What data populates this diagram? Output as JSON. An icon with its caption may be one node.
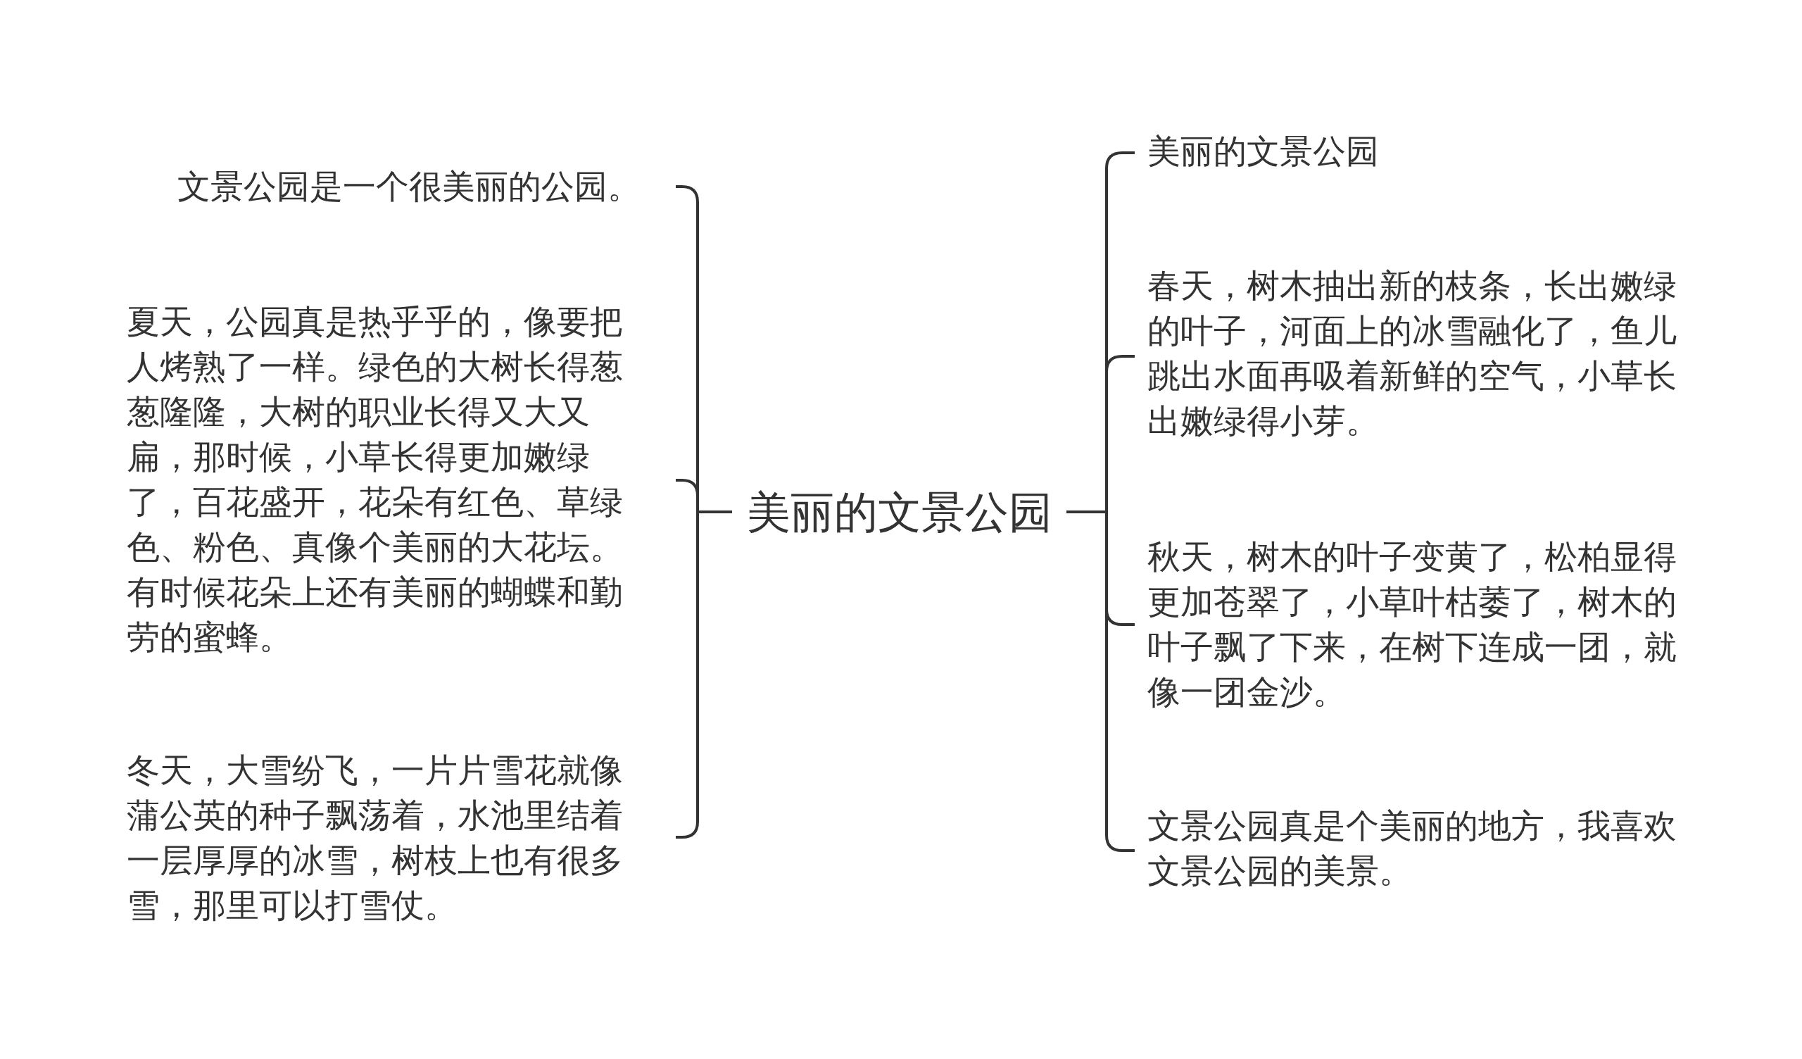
{
  "diagram": {
    "nodes": [
      {
        "text": [
          "美丽的文景公园"
        ]
      },
      {
        "text": [
          "文景公园是一个很美丽的公园。"
        ]
      },
      {
        "text": [
          "夏天，公园真是热乎乎的，像要把人烤熟了一样。绿色的大树长得葱葱隆隆，大树的职业长得又大又扁，那时候，小草长得更加嫩绿了，百花盛开，花朵有红色、草绿色、粉色、真像个美丽的大花坛。有时候花朵上还有美丽的蝴蝶和勤劳的蜜蜂。"
        ]
      },
      {
        "text": [
          "冬天，大雪纷飞，一片片雪花就像蒲公英的种子飘荡着，水池里结着一层厚厚的冰雪，树枝上也有很多雪，那里可以打雪仗。"
        ]
      },
      {
        "text": [
          "美丽的文景公园"
        ]
      },
      {
        "text": [
          "春天，树木抽出新的枝条，长出嫩绿的叶子，河面上的冰雪融化了，鱼儿跳出水面再吸着新鲜的空气，小草长出嫩绿得小芽。"
        ]
      },
      {
        "text": [
          "秋天，树木的叶子变黄了，松柏显得更加苍翠了，小草叶枯萎了，树木的叶子飘了下来，在树下连成一团，就像一团金沙。"
        ]
      },
      {
        "text": [
          "文景公园真是个美丽的地方，我喜欢文景公园的美景。"
        ]
      }
    ],
    "edges": [
      {
        "from": 0,
        "to": 1,
        "arrow": "none"
      },
      {
        "from": 0,
        "to": 2,
        "arrow": "none"
      },
      {
        "from": 0,
        "to": 3,
        "arrow": "none"
      },
      {
        "from": 0,
        "to": 4,
        "arrow": "none"
      },
      {
        "from": 0,
        "to": 5,
        "arrow": "none"
      },
      {
        "from": 0,
        "to": 6,
        "arrow": "none"
      },
      {
        "from": 0,
        "to": 7,
        "arrow": "none"
      }
    ]
  }
}
